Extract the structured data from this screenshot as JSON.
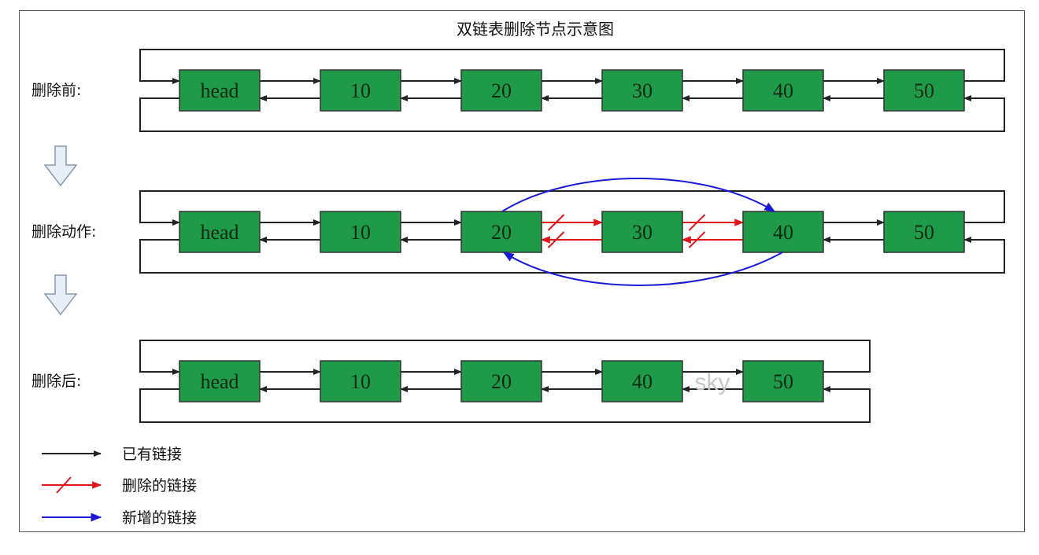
{
  "title": "双链表删除节点示意图",
  "rows": [
    {
      "label": "删除前:",
      "nodes": [
        "head",
        "10",
        "20",
        "30",
        "40",
        "50"
      ]
    },
    {
      "label": "删除动作:",
      "nodes": [
        "head",
        "10",
        "20",
        "30",
        "40",
        "50"
      ]
    },
    {
      "label": "删除后:",
      "nodes": [
        "head",
        "10",
        "20",
        "40",
        "50"
      ]
    }
  ],
  "watermark": "sky",
  "legend": [
    {
      "label": "已有链接",
      "color": "#222222"
    },
    {
      "label": "删除的链接",
      "color": "#e0161b"
    },
    {
      "label": "新增的链接",
      "color": "#1a1ad6"
    }
  ],
  "colors": {
    "node_fill": "#1f9a49",
    "node_border": "#333333",
    "existing_link": "#222222",
    "deleted_link": "#e0161b",
    "new_link": "#1a1ad6",
    "step_arrow_fill": "#e8eef6",
    "step_arrow_stroke": "#8a9ab0"
  }
}
